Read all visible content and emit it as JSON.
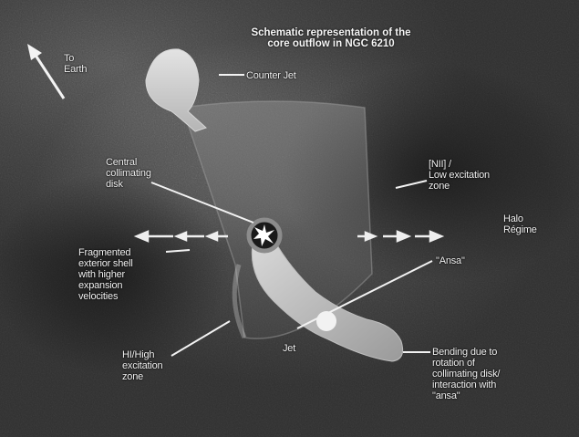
{
  "title_line1": "Schematic representation of the",
  "title_line2": "core outflow in NGC 6210",
  "labels": {
    "to_earth": "To\nEarth",
    "counter_jet": "Counter Jet",
    "central_disk": "Central\ncollimating\ndisk",
    "nii_zone": "[NII] /\nLow excitation\nzone",
    "halo": "Halo\nRégime",
    "fragmented_shell": "Fragmented\nexterior shell\nwith higher\nexpansion\nvelocities",
    "ansa": "\"Ansa\"",
    "hi_zone": "HI/High\nexcitation\nzone",
    "jet": "Jet",
    "bending": "Bending due to\nrotation of\ncollimating disk/\ninteraction with\n\"ansa\""
  }
}
